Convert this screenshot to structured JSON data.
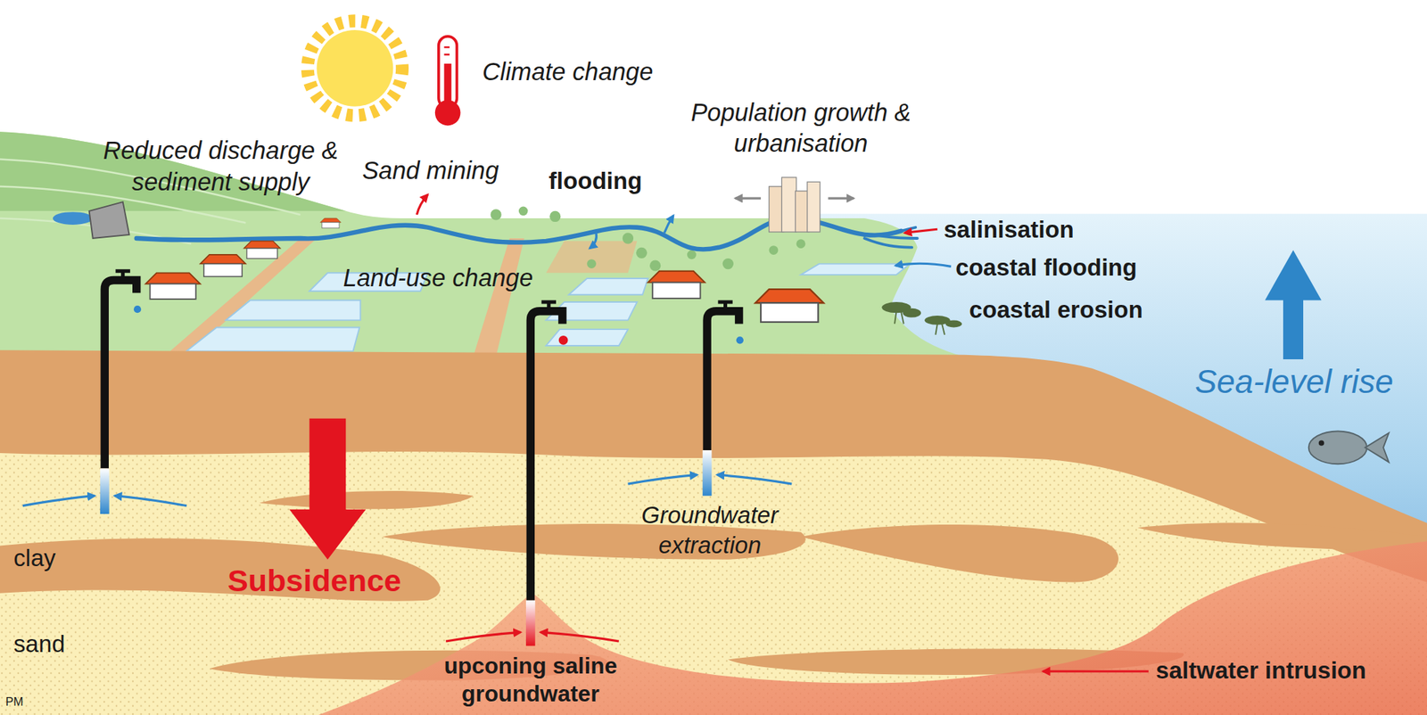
{
  "diagram": {
    "labels": [
      "Climate change",
      "Reduced discharge & sediment supply",
      "Sand mining",
      "flooding",
      "Population growth & urbanisation",
      "salinisation",
      "coastal flooding",
      "coastal erosion",
      "Land-use change",
      "Sea-level rise",
      "Subsidence",
      "Groundwater extraction",
      "clay",
      "sand",
      "upconing saline groundwater",
      "saltwater intrusion",
      "PM"
    ]
  }
}
